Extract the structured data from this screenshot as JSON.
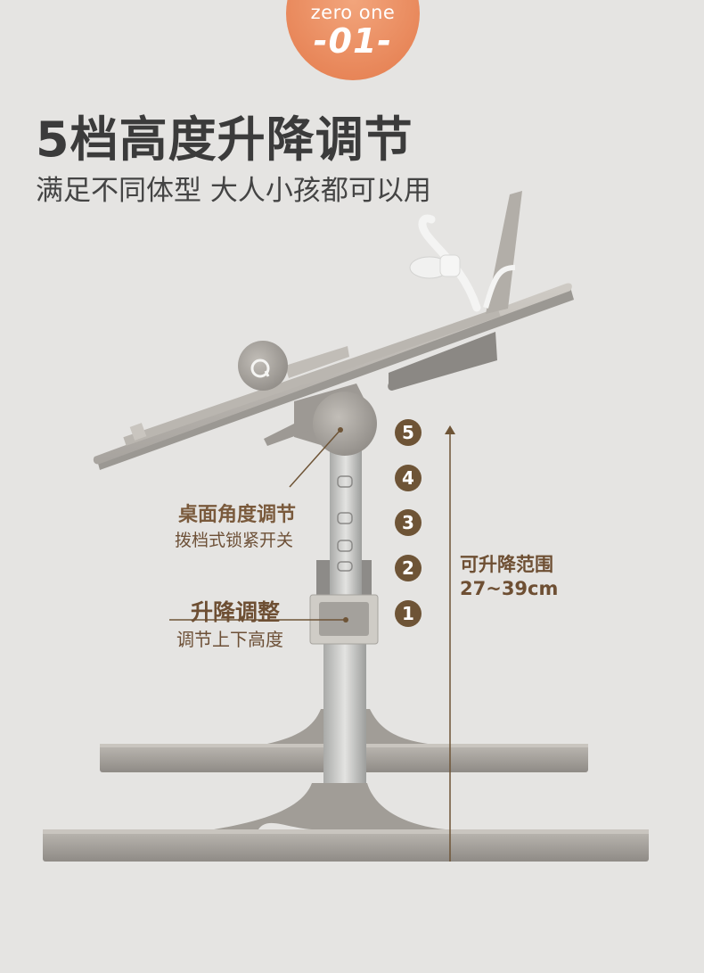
{
  "badge": {
    "text": "zero one",
    "number": "-01-"
  },
  "title": "5档高度升降调节",
  "subtitle": "满足不同体型 大人小孩都可以用",
  "callouts": {
    "angle": {
      "title": "桌面角度调节",
      "desc": "拨档式锁紧开关"
    },
    "lift": {
      "title": "升降调整",
      "desc": "调节上下高度"
    },
    "range": {
      "title": "可升降范围",
      "value": "27~39cm"
    }
  },
  "levels": [
    "5",
    "4",
    "3",
    "2",
    "1"
  ],
  "colors": {
    "background": "#e5e4e2",
    "badge": "#e8875a",
    "label": "#7a5a3c",
    "level_marker": "#6e5436"
  }
}
